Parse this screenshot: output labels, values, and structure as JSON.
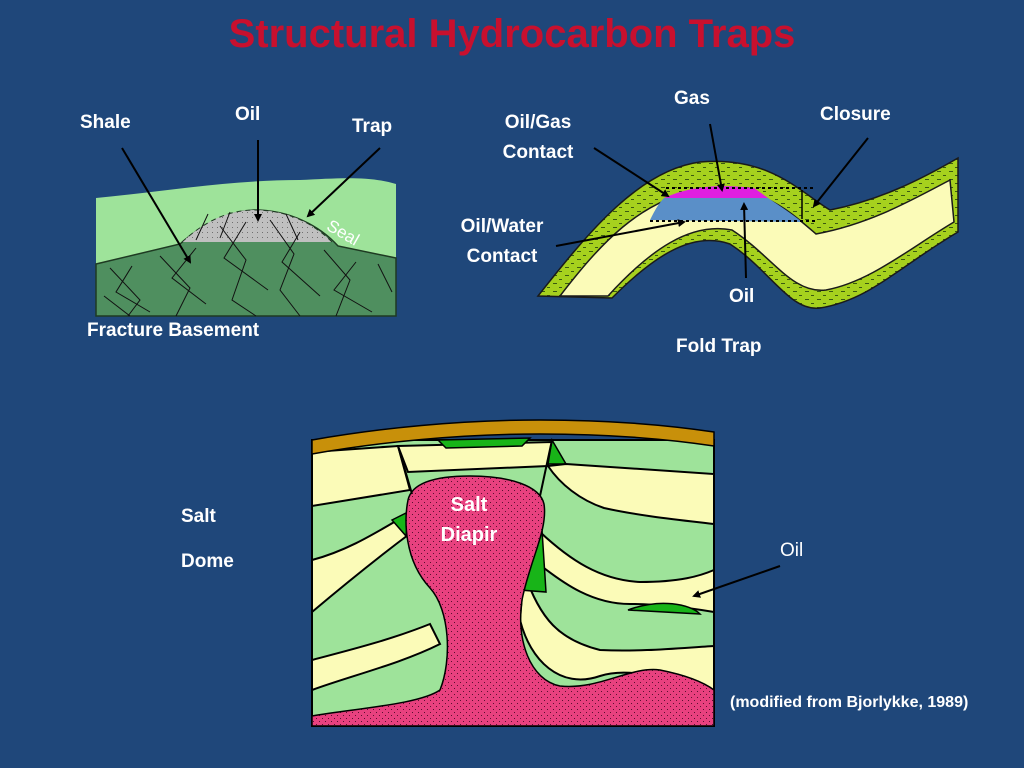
{
  "title": "Structural Hydrocarbon Traps",
  "left_trap": {
    "shale": "Shale",
    "oil": "Oil",
    "trap": "Trap",
    "seal": "Seal",
    "caption": "Fracture Basement"
  },
  "fold_trap": {
    "gas": "Gas",
    "closure": "Closure",
    "oil_gas_contact_1": "Oil/Gas",
    "oil_gas_contact_2": "Contact",
    "oil_water_contact_1": "Oil/Water",
    "oil_water_contact_2": "Contact",
    "oil": "Oil",
    "caption": "Fold Trap"
  },
  "salt_dome": {
    "caption_1": "Salt",
    "caption_2": "Dome",
    "diapir_1": "Salt",
    "diapir_2": "Diapir",
    "oil": "Oil"
  },
  "citation": "(modified from Bjorlykke, 1989)",
  "colors": {
    "background": "#1f477a",
    "title": "#c8102e",
    "shale_green": "#9ee39a",
    "basement_green": "#4f8f5f",
    "sand_yellow": "#fbfbb8",
    "seal_lime": "#a6d11e",
    "gas_magenta": "#e01ee0",
    "oil_blue": "#5a8fc8",
    "oil_green": "#18b418",
    "salt_pink": "#e8417f",
    "cap_brown": "#c8900a"
  }
}
